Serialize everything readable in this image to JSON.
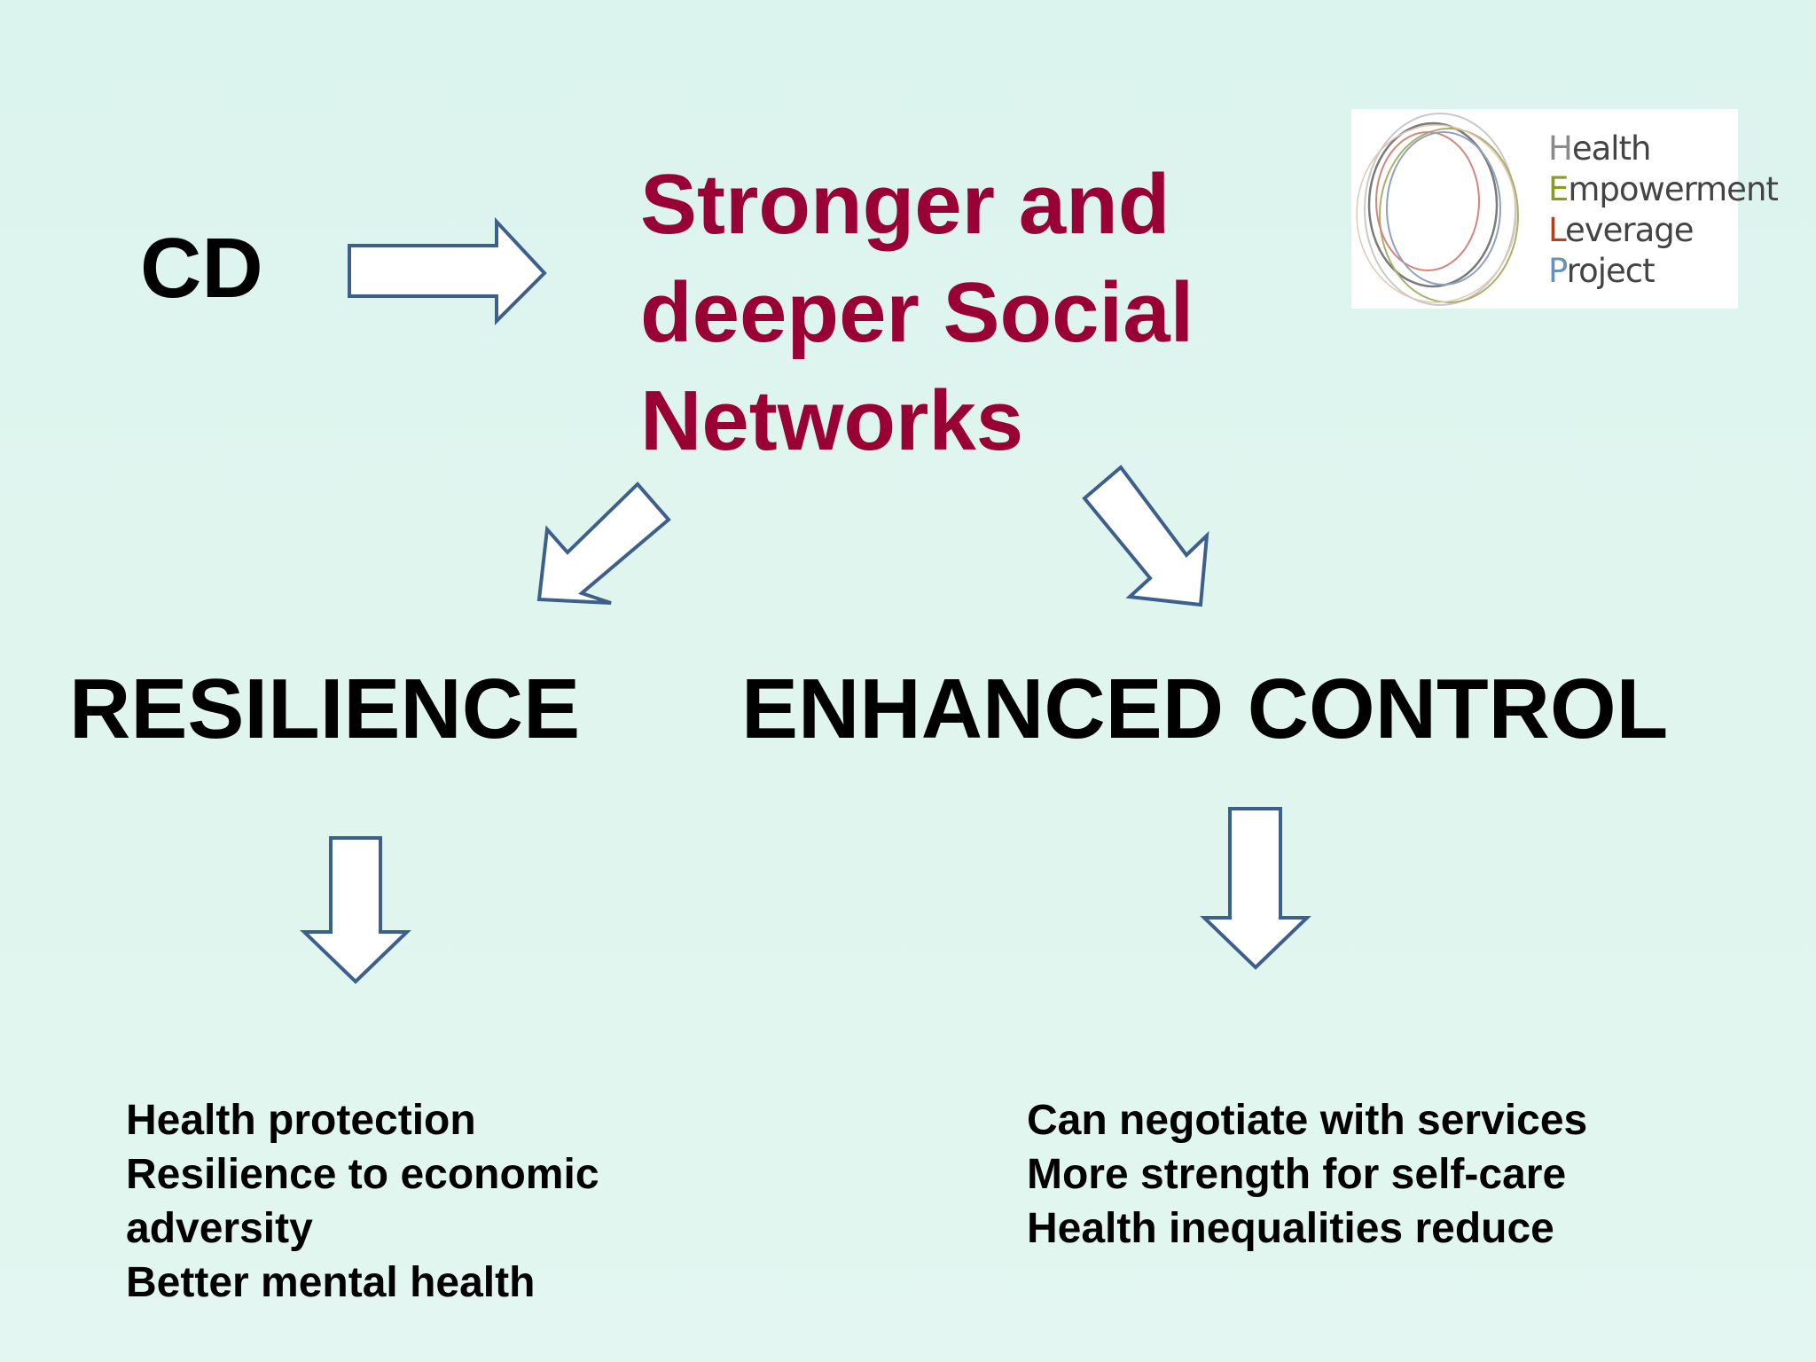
{
  "source_node": {
    "label": "CD"
  },
  "center_node": {
    "lines": [
      "Stronger and",
      "deeper Social",
      "Networks"
    ]
  },
  "branches": {
    "left": {
      "label": "RESILIENCE",
      "outcomes": [
        "Health protection",
        "Resilience to economic",
        "adversity",
        "Better mental health"
      ]
    },
    "right": {
      "label": "ENHANCED CONTROL",
      "outcomes": [
        "Can negotiate with services",
        "More strength for self-care",
        "Health inequalities reduce"
      ]
    }
  },
  "logo": {
    "words": [
      {
        "initial": "H",
        "rest": "ealth"
      },
      {
        "initial": "E",
        "rest": "mpowerment"
      },
      {
        "initial": "L",
        "rest": "everage"
      },
      {
        "initial": "P",
        "rest": "roject"
      }
    ]
  },
  "colors": {
    "accent_title": "#990033",
    "arrow_stroke": "#3d5f8c",
    "arrow_fill": "#ffffff",
    "background": "#dff4ee"
  }
}
